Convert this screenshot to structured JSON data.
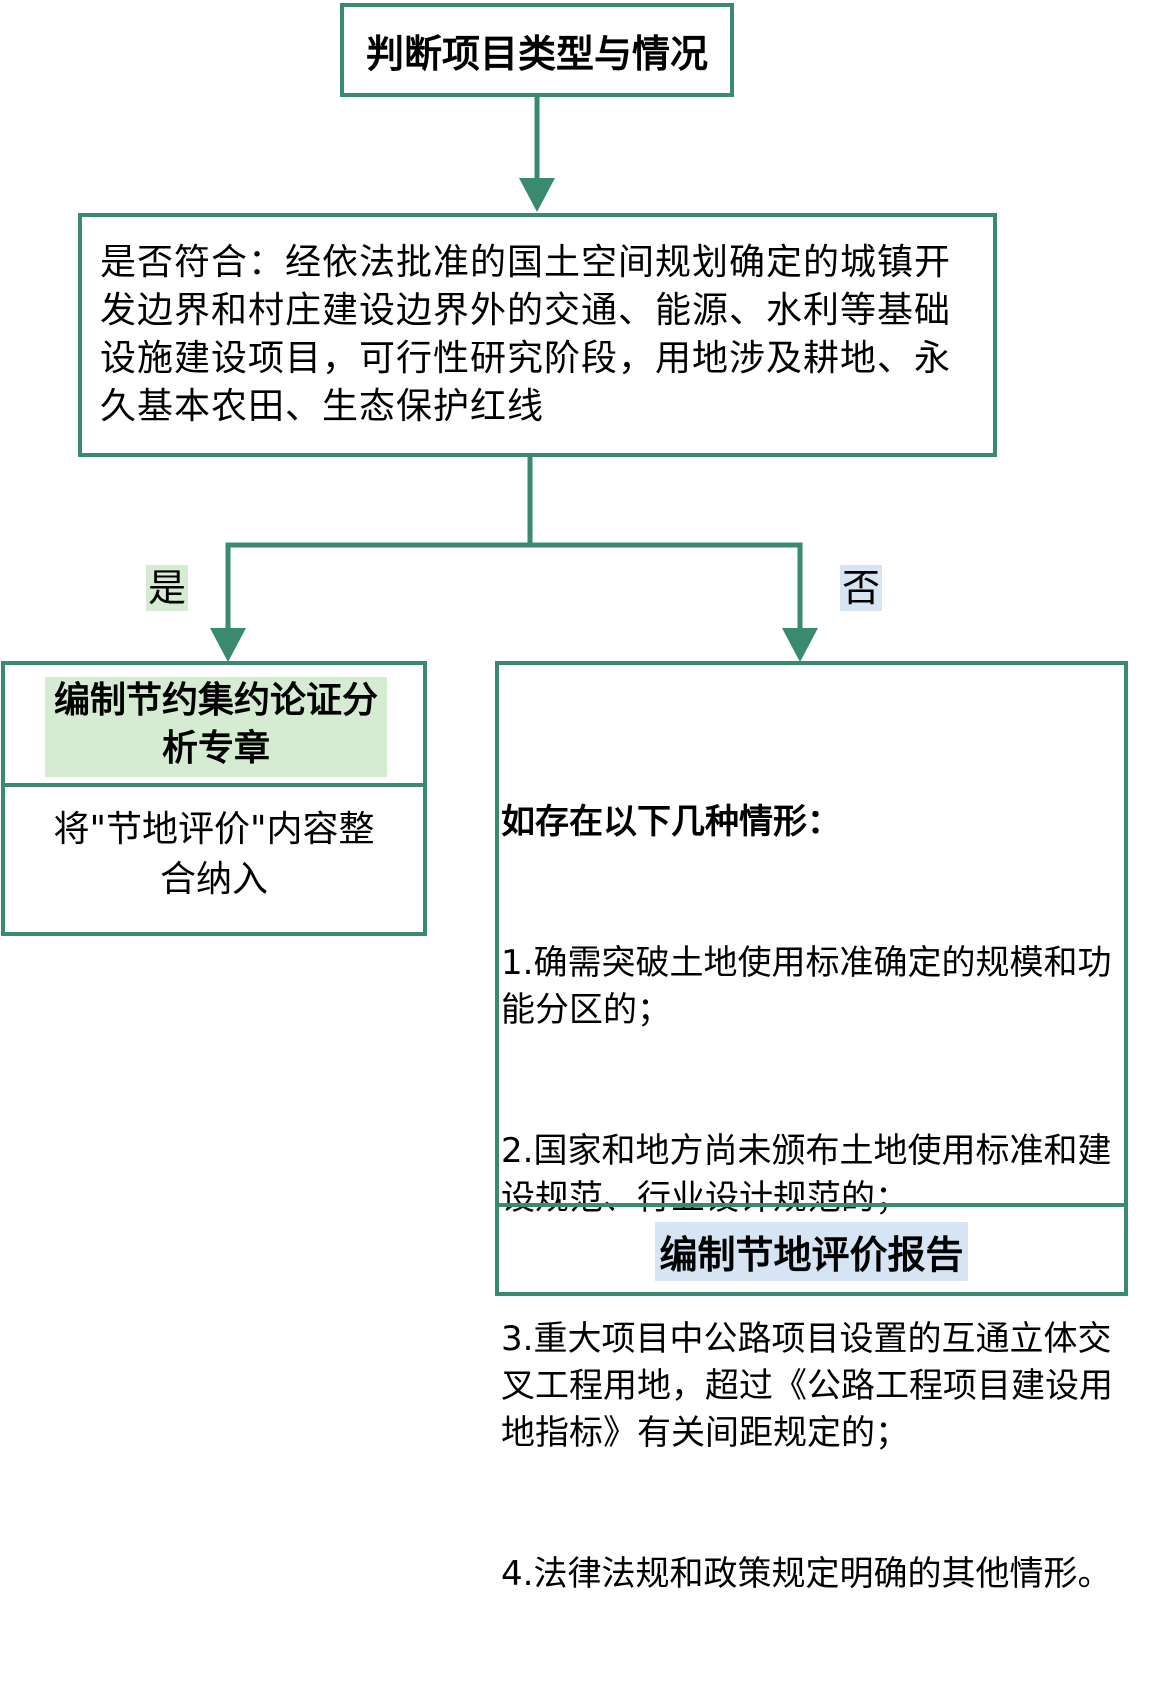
{
  "diagram": {
    "top_box": "判断项目类型与情况",
    "question_box": "是否符合：经依法批准的国土空间规划确定的城镇开发边界和村庄建设边界外的交通、能源、水利等基础设施建设项目，可行性研究阶段，用地涉及耕地、永久基本农田、生态保护红线",
    "yes_label": "是",
    "no_label": "否",
    "left_box": {
      "heading": "编制节约集约论证分析专章",
      "body": "将\"节地评价\"内容整合纳入"
    },
    "right_box": {
      "heading": "如存在以下几种情形：",
      "items": [
        "1.确需突破土地使用标准确定的规模和功能分区的；",
        "2.国家和地方尚未颁布土地使用标准和建设规范、行业设计规范的；",
        "3.重大项目中公路项目设置的互通立体交叉工程用地，超过《公路工程项目建设用地指标》有关间距规定的；",
        "4.法律法规和政策规定明确的其他情形。"
      ],
      "footer": "编制节地评价报告"
    },
    "colors": {
      "stroke": "#3a8a70",
      "yes_highlight": "#d6ecd2",
      "no_highlight": "#d6e4f4"
    }
  }
}
